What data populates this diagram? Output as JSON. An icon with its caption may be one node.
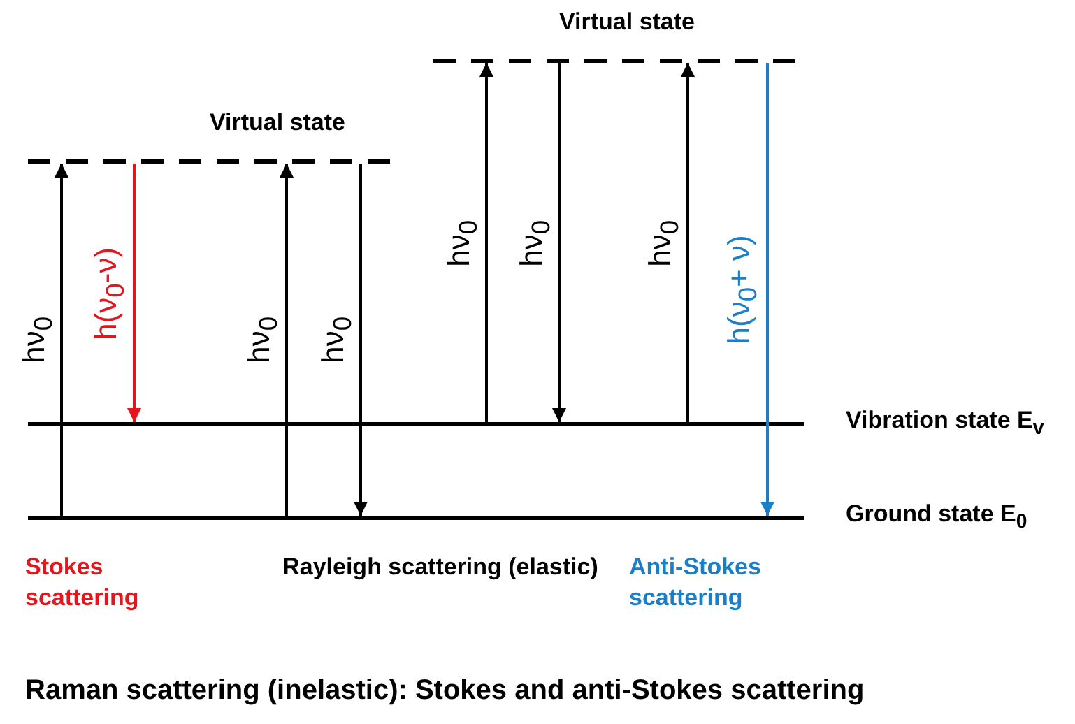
{
  "diagram": {
    "caption": "Raman scattering (inelastic): **Stokes** and **anti-Stokes** scattering",
    "nodes": [
      {
        "text": [
          "Virtual state"
        ]
      },
      {
        "text": [
          "Virtual state"
        ]
      },
      {
        "text": [
          "Vibration state E$_{v}$"
        ]
      },
      {
        "text": [
          "Ground state E$_{0}$"
        ]
      }
    ],
    "edges": [
      {
        "from": 3,
        "to": 0,
        "arrow": "to",
        "label": "hν$_{0}$"
      },
      {
        "from": 0,
        "to": 2,
        "arrow": "to",
        "label": "h(ν$_{0}$-ν)",
        "color": "#e8141b"
      },
      {
        "from": 3,
        "to": 0,
        "arrow": "to",
        "label": "hν$_{0}$"
      },
      {
        "from": 0,
        "to": 3,
        "arrow": "to",
        "label": "hν$_{0}$"
      },
      {
        "from": 2,
        "to": 1,
        "arrow": "to",
        "label": "hν$_{0}$"
      },
      {
        "from": 1,
        "to": 2,
        "arrow": "to",
        "label": "hν$_{0}$"
      },
      {
        "from": 2,
        "to": 1,
        "arrow": "to",
        "label": "hν$_{0}$"
      },
      {
        "from": 1,
        "to": 3,
        "arrow": "to",
        "label": "h(ν$_{0}$+ ν)",
        "color": "#1a7fc8"
      }
    ],
    "labels": [
      "Stokes scattering",
      "Rayleigh scattering (elastic)",
      "Anti-Stokes scattering"
    ]
  }
}
